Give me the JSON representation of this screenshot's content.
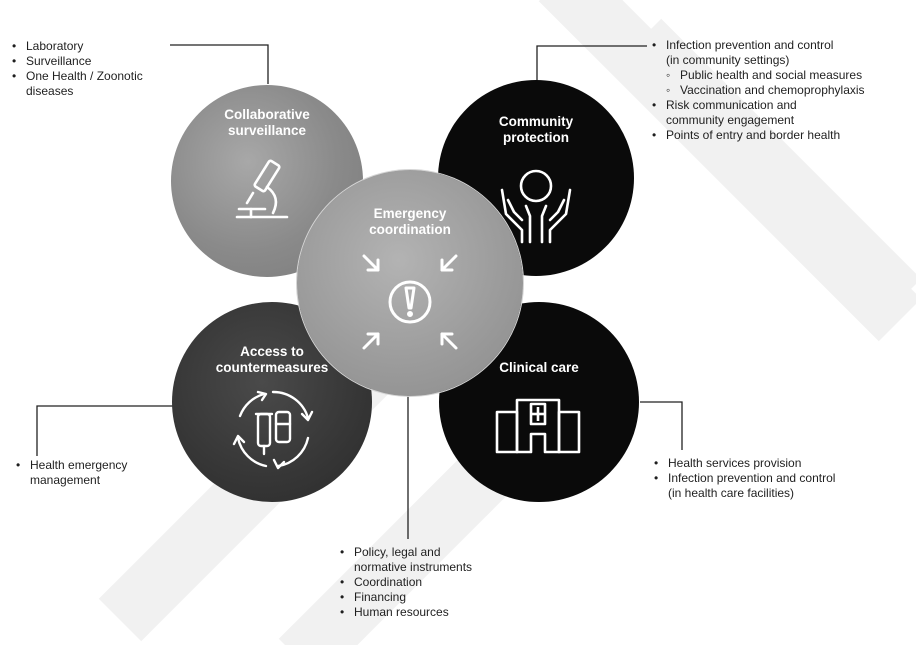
{
  "circles": {
    "surveillance": {
      "title": "Collaborative\nsurveillance",
      "icon": "microscope-icon",
      "color": "#8a8a8a"
    },
    "community": {
      "title": "Community\nprotection",
      "icon": "hands-protecting-person-icon",
      "color": "#0a0a0a"
    },
    "coordination": {
      "title": "Emergency\ncoordination",
      "icon": "alert-arrows-inward-icon",
      "color": "#9c9c9c"
    },
    "countermeasures": {
      "title": "Access to\ncountermeasures",
      "icon": "vial-cycle-icon",
      "color": "#3c3c3c"
    },
    "clinical": {
      "title": "Clinical care",
      "icon": "hospital-icon",
      "color": "#0a0a0a"
    }
  },
  "lists": {
    "surveillance": [
      "Laboratory",
      "Surveillance",
      "One Health / Zoonotic",
      "diseases"
    ],
    "community": {
      "item1": "Infection prevention and control",
      "item1_cont": "(in community settings)",
      "sub1": "Public health and social measures",
      "sub2": "Vaccination and chemoprophylaxis",
      "item2": "Risk communication and",
      "item2_cont": "community engagement",
      "item3": "Points of entry and border health"
    },
    "countermeasures": [
      "Health emergency",
      "management"
    ],
    "clinical": {
      "item1": "Health services provision",
      "item2": "Infection prevention and control",
      "item2_cont": "(in health care facilities)"
    },
    "coordination": {
      "item1": "Policy, legal and",
      "item1_cont": "normative instruments",
      "item2": "Coordination",
      "item3": "Financing",
      "item4": "Human resources"
    }
  }
}
